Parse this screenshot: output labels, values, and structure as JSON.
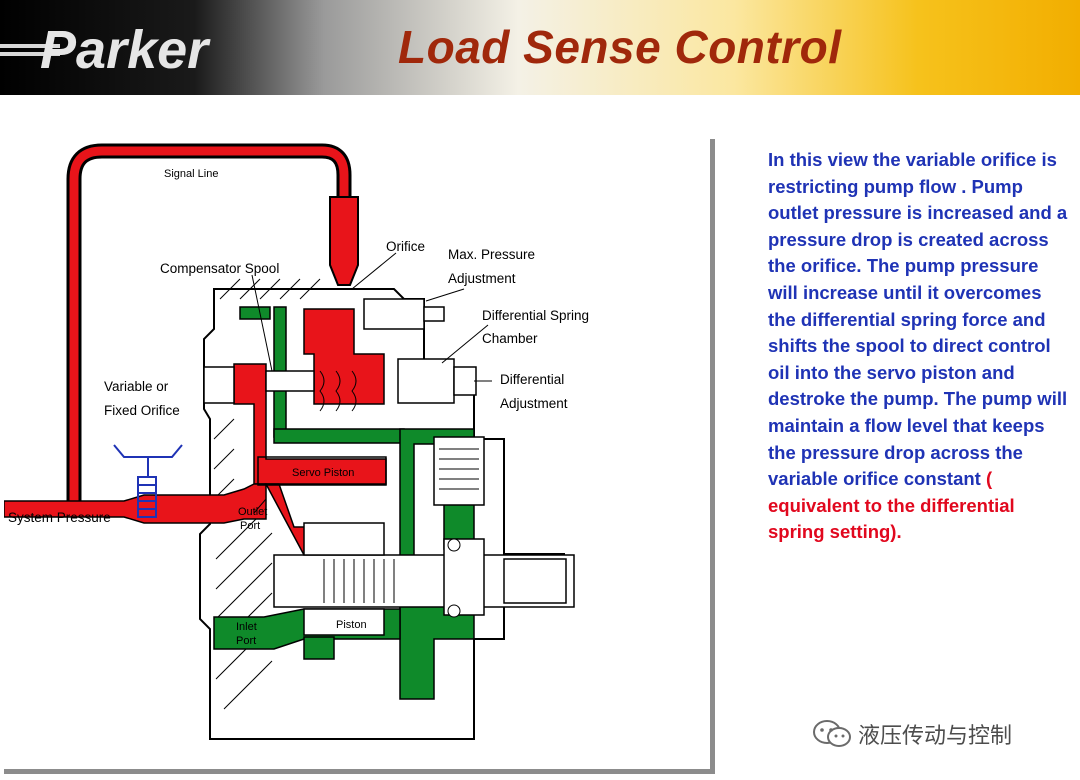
{
  "header": {
    "logo_text": "Parker",
    "title": "Load Sense Control"
  },
  "diagram": {
    "labels": {
      "signal_line": "Signal Line",
      "orifice": "Orifice",
      "max_pressure_1": "Max. Pressure",
      "max_pressure_2": "Adjustment",
      "compensator_spool": "Compensator Spool",
      "diff_spring_1": "Differential Spring",
      "diff_spring_2": "Chamber",
      "variable_1": "Variable or",
      "variable_2": "Fixed Orifice",
      "diff_adj_1": "Differential",
      "diff_adj_2": "Adjustment",
      "servo_piston": "Servo Piston",
      "system_pressure": "System Pressure",
      "outlet_1": "Outlet",
      "outlet_2": "Port",
      "inlet_1": "Inlet",
      "inlet_2": "Port",
      "piston": "Piston"
    },
    "colors": {
      "pressure": "#e8141a",
      "case": "#0f8a2a",
      "outline": "#000000"
    }
  },
  "description": {
    "main": "In this view the variable orifice is restricting pump flow .  Pump outlet pressure is increased and a pressure drop is created across the orifice.  The pump pressure will increase until it overcomes the differential spring force and shifts the spool to direct control oil into the servo piston and destroke the pump. The pump will maintain a flow level that keeps the pressure drop across the variable orifice constant",
    "highlight": "( equivalent to the differential spring setting)."
  },
  "watermark": {
    "icon": "wechat-icon",
    "text": "液压传动与控制"
  }
}
